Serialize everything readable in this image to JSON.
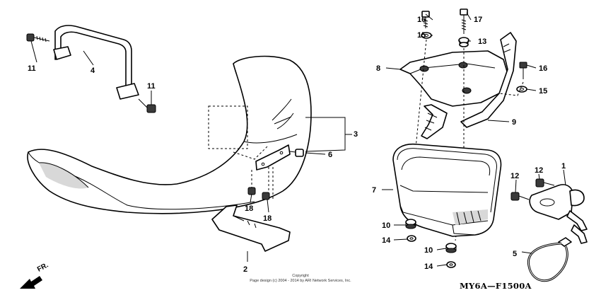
{
  "diagram": {
    "callouts": [
      {
        "id": "c1",
        "text": "1"
      },
      {
        "id": "c2",
        "text": "2"
      },
      {
        "id": "c3",
        "text": "3"
      },
      {
        "id": "c4",
        "text": "4"
      },
      {
        "id": "c5",
        "text": "5"
      },
      {
        "id": "c6",
        "text": "6"
      },
      {
        "id": "c7",
        "text": "7"
      },
      {
        "id": "c8",
        "text": "8"
      },
      {
        "id": "c9",
        "text": "9"
      },
      {
        "id": "c10a",
        "text": "10"
      },
      {
        "id": "c10b",
        "text": "10"
      },
      {
        "id": "c11a",
        "text": "11"
      },
      {
        "id": "c11b",
        "text": "11"
      },
      {
        "id": "c12a",
        "text": "12"
      },
      {
        "id": "c12b",
        "text": "12"
      },
      {
        "id": "c13",
        "text": "13"
      },
      {
        "id": "c14a",
        "text": "14"
      },
      {
        "id": "c14b",
        "text": "14"
      },
      {
        "id": "c15a",
        "text": "15"
      },
      {
        "id": "c15b",
        "text": "15"
      },
      {
        "id": "c16a",
        "text": "16"
      },
      {
        "id": "c16b",
        "text": "16"
      },
      {
        "id": "c17",
        "text": "17"
      },
      {
        "id": "c18a",
        "text": "18"
      },
      {
        "id": "c18b",
        "text": "18"
      }
    ],
    "front_arrow_label": "FR.",
    "copyright_line1": "Copyright",
    "copyright_line2": "Page design (c) 2004 - 2014 by ARI Network Services, Inc.",
    "reference_code": "MY6A—F1500A"
  }
}
